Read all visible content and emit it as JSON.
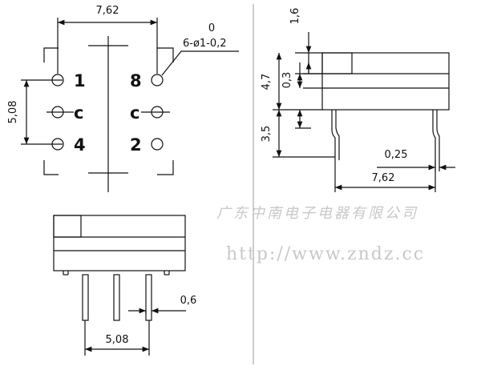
{
  "top_view": {
    "width_dim": "7,62",
    "pin_spec_top": "0",
    "pin_spec": "6-ø1-0,2",
    "height_dim": "5,08",
    "pins": [
      {
        "label": "1"
      },
      {
        "label": "c"
      },
      {
        "label": "4"
      },
      {
        "label": "8"
      },
      {
        "label": "c"
      },
      {
        "label": "2"
      }
    ]
  },
  "side_view": {
    "dim_top": "1,6",
    "dim_body": "4,7",
    "dim_gap": "0,3",
    "dim_lead": "3,5",
    "dim_lead_width": "0,25",
    "dim_pitch": "7,62"
  },
  "front_view": {
    "dim_lead_width": "0,6",
    "dim_pitch": "5,08"
  },
  "watermark": {
    "company": "广东中南电子电器有限公司",
    "url": "http://www.zndz.cc"
  },
  "colors": {
    "line": "#111111",
    "divider": "#999999",
    "watermark": "#c8c8c8"
  }
}
